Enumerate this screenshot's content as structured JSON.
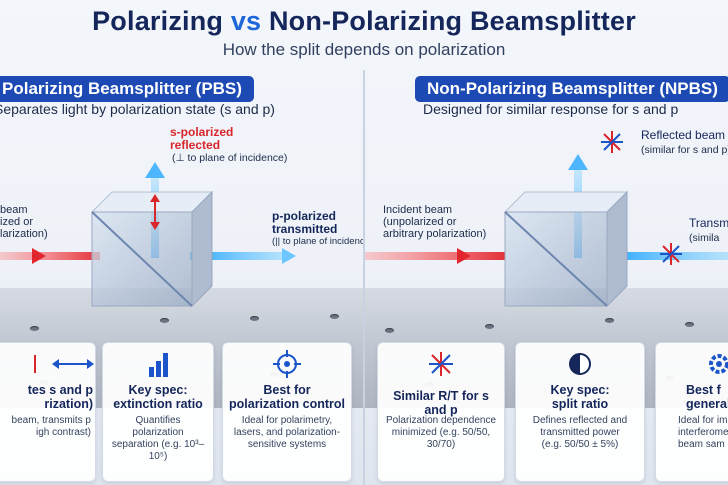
{
  "header": {
    "title_part1": "Polarizing",
    "title_vs": "vs",
    "title_part2": "Non-Polarizing Beamsplitter",
    "subtitle": "How the split depends on polarization"
  },
  "left_panel": {
    "banner": "Polarizing Beamsplitter (PBS)",
    "description": "Separates light by polarization state (s and p)",
    "incident_label": [
      "beam",
      "ized or",
      "larization)"
    ],
    "reflected_label": [
      "s-polarized",
      "reflected"
    ],
    "reflected_note": "(⊥ to plane of incidence)",
    "transmitted_label": [
      "p-polarized",
      "transmitted"
    ],
    "transmitted_note": "(|| to plane of incidence)",
    "cards": [
      {
        "title": [
          "tes s and p",
          "rization)"
        ],
        "text": [
          "beam, transmits p",
          "igh contrast)"
        ]
      },
      {
        "title": [
          "Key spec:",
          "extinction ratio"
        ],
        "text": [
          "Quantifies polarization",
          "separation (e.g. 10³–10⁵)"
        ]
      },
      {
        "title": [
          "Best for",
          "polarization control"
        ],
        "text": [
          "Ideal for polarimetry,",
          "lasers, and polarization-",
          "sensitive systems"
        ]
      }
    ]
  },
  "right_panel": {
    "banner": "Non-Polarizing Beamsplitter (NPBS)",
    "description": "Designed for similar response for s and p",
    "incident_label": [
      "Incident beam",
      "(unpolarized or",
      "arbitrary polarization)"
    ],
    "reflected_label": "Reflected beam",
    "reflected_note": "(similar for s and p)",
    "transmitted_label": "Transm",
    "transmitted_note": "(simila",
    "cards": [
      {
        "title": [
          "Similar R/T for s and p"
        ],
        "text": [
          "Polarization dependence",
          "minimized (e.g. 50/50,",
          "30/70)"
        ]
      },
      {
        "title": [
          "Key spec:",
          "split ratio"
        ],
        "text": [
          "Defines reflected and",
          "transmitted power",
          "(e.g. 50/50 ± 5%)"
        ]
      },
      {
        "title": [
          "Best f",
          "general beam"
        ],
        "text": [
          "Ideal for imagin",
          "interferome",
          "beam sam"
        ]
      }
    ]
  },
  "colors": {
    "banner_bg": "#1d49b5",
    "title_navy": "#14265a",
    "accent_blue": "#1e67d8",
    "beam_red": "#e2262d",
    "beam_blue": "#2aa6ff",
    "icon_red": "#d8262c",
    "icon_blue": "#1b55c9"
  }
}
